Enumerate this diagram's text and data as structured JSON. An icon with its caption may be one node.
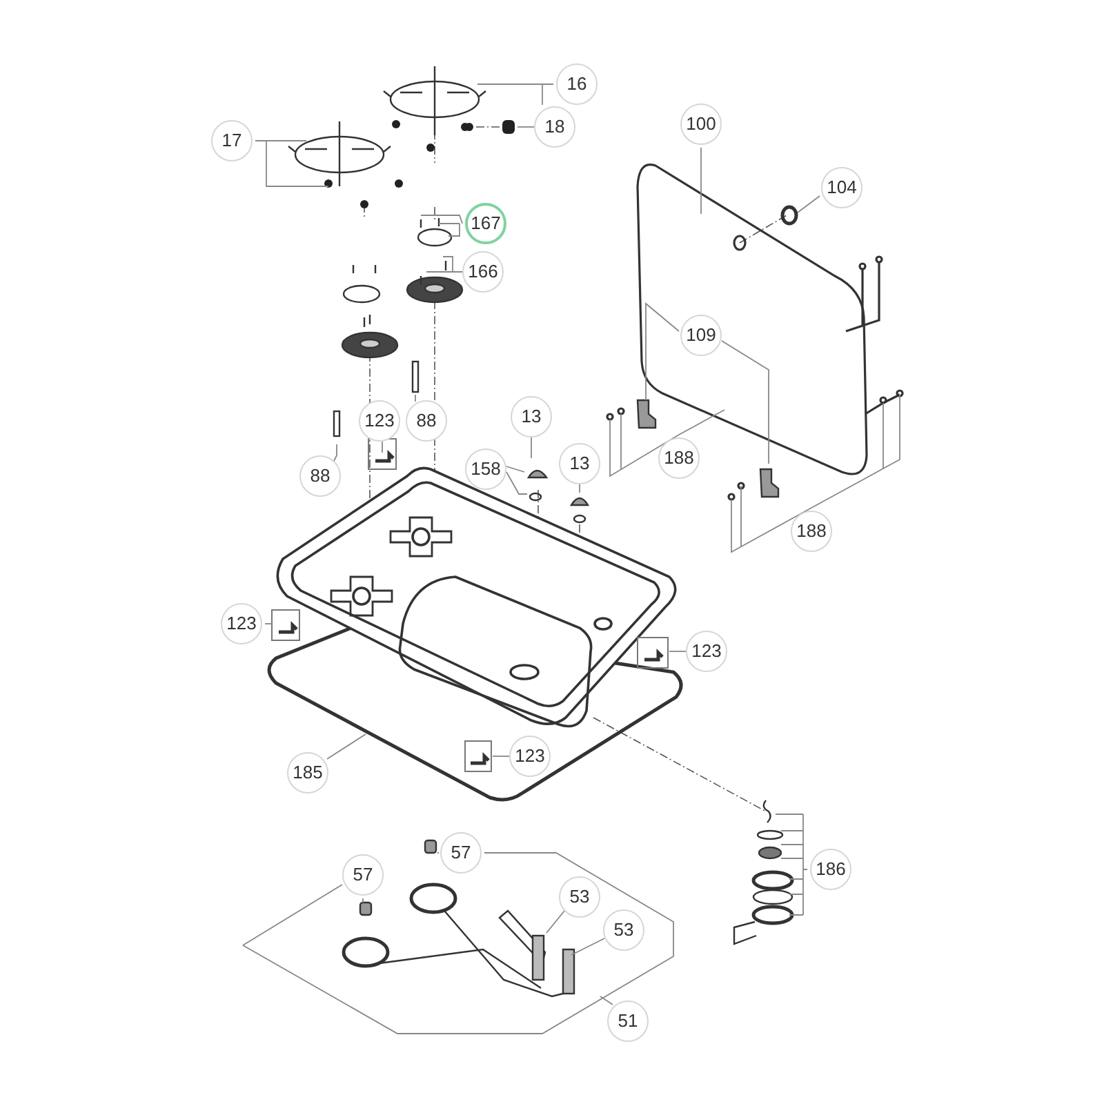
{
  "diagram": {
    "nodes": [
      {
        "text": [
          "16"
        ]
      },
      {
        "text": [
          "17"
        ]
      },
      {
        "text": [
          "18"
        ]
      },
      {
        "text": [
          "100"
        ]
      },
      {
        "text": [
          "104"
        ]
      },
      {
        "text": [
          "167"
        ]
      },
      {
        "text": [
          "166"
        ]
      },
      {
        "text": [
          "109"
        ]
      },
      {
        "text": [
          "123"
        ]
      },
      {
        "text": [
          "88"
        ]
      },
      {
        "text": [
          "88"
        ]
      },
      {
        "text": [
          "13"
        ]
      },
      {
        "text": [
          "13"
        ]
      },
      {
        "text": [
          "158"
        ]
      },
      {
        "text": [
          "188"
        ]
      },
      {
        "text": [
          "188"
        ]
      },
      {
        "text": [
          "123"
        ]
      },
      {
        "text": [
          "123"
        ]
      },
      {
        "text": [
          "185"
        ]
      },
      {
        "text": [
          "123"
        ]
      },
      {
        "text": [
          "186"
        ]
      },
      {
        "text": [
          "57"
        ]
      },
      {
        "text": [
          "57"
        ]
      },
      {
        "text": [
          "53"
        ]
      },
      {
        "text": [
          "53"
        ]
      },
      {
        "text": [
          "51"
        ]
      }
    ],
    "edges": [
      {
        "from": 0,
        "to": null,
        "arrow": "none"
      },
      {
        "from": 1,
        "to": null,
        "arrow": "none"
      },
      {
        "from": 2,
        "to": null,
        "arrow": "none"
      },
      {
        "from": 3,
        "to": null,
        "arrow": "none"
      },
      {
        "from": 4,
        "to": null,
        "arrow": "none"
      },
      {
        "from": 5,
        "to": null,
        "arrow": "none"
      },
      {
        "from": 6,
        "to": null,
        "arrow": "none"
      },
      {
        "from": 7,
        "to": null,
        "arrow": "none"
      },
      {
        "from": 8,
        "to": null,
        "arrow": "none"
      },
      {
        "from": 9,
        "to": null,
        "arrow": "none"
      },
      {
        "from": 10,
        "to": null,
        "arrow": "none"
      },
      {
        "from": 11,
        "to": null,
        "arrow": "none"
      },
      {
        "from": 12,
        "to": null,
        "arrow": "none"
      },
      {
        "from": 13,
        "to": null,
        "arrow": "none"
      },
      {
        "from": 14,
        "to": null,
        "arrow": "none"
      },
      {
        "from": 15,
        "to": null,
        "arrow": "none"
      },
      {
        "from": 16,
        "to": null,
        "arrow": "none"
      },
      {
        "from": 17,
        "to": null,
        "arrow": "none"
      },
      {
        "from": 18,
        "to": null,
        "arrow": "none"
      },
      {
        "from": 19,
        "to": null,
        "arrow": "none"
      },
      {
        "from": 20,
        "to": null,
        "arrow": "none"
      },
      {
        "from": 21,
        "to": null,
        "arrow": "none"
      },
      {
        "from": 22,
        "to": null,
        "arrow": "none"
      },
      {
        "from": 23,
        "to": null,
        "arrow": "none"
      },
      {
        "from": 24,
        "to": null,
        "arrow": "none"
      },
      {
        "from": 25,
        "to": null,
        "arrow": "none"
      }
    ]
  }
}
